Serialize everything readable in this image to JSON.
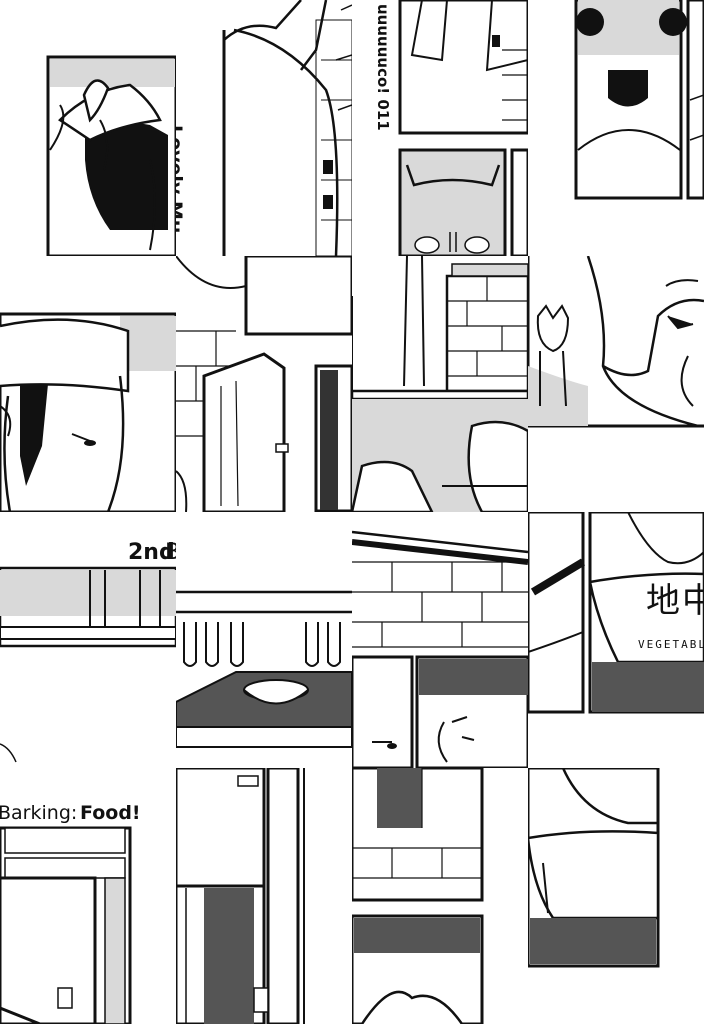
{
  "page": {
    "title": "Manga page tile mosaic",
    "tiles": [
      {
        "id": "r1c1",
        "subject": "headband-knot"
      },
      {
        "id": "r1c2",
        "subject": "chef-jacket"
      },
      {
        "id": "r1c3",
        "subject": "panels-cat"
      },
      {
        "id": "r1c4",
        "subject": "dog-face-closeup"
      },
      {
        "id": "r2c1",
        "subject": "man-profile"
      },
      {
        "id": "r2c2",
        "subject": "oven-door-open"
      },
      {
        "id": "r2c3",
        "subject": "kitchen-hands"
      },
      {
        "id": "r2c4",
        "subject": "shiba-dog-window"
      },
      {
        "id": "r3c1",
        "subject": "header-shelf"
      },
      {
        "id": "r3c2",
        "subject": "oven-rack-bowl"
      },
      {
        "id": "r3c3",
        "subject": "brick-wall-eyes"
      },
      {
        "id": "r3c4",
        "subject": "vegetable-bowl"
      },
      {
        "id": "r4c1",
        "subject": "title-cabinet"
      },
      {
        "id": "r4c2",
        "subject": "cabinet-hinge"
      },
      {
        "id": "r4c3",
        "subject": "hatched-panels"
      },
      {
        "id": "r4c4",
        "subject": "bowl-closeup"
      }
    ]
  },
  "texts": {
    "series_credit": "Lovely Mu",
    "page_label": "uuuuuuco! 011",
    "chapter_fragment": "2nd",
    "chapter_fragment_tail": "B",
    "title_prefix": "Barking:",
    "title_emphasis": "Food!",
    "bowl_label": "VEGETABLE",
    "bowl_kanji": "地中"
  },
  "colors": {
    "ink": "#111111",
    "screentone": "#d9d9d9",
    "paper": "#ffffff"
  }
}
